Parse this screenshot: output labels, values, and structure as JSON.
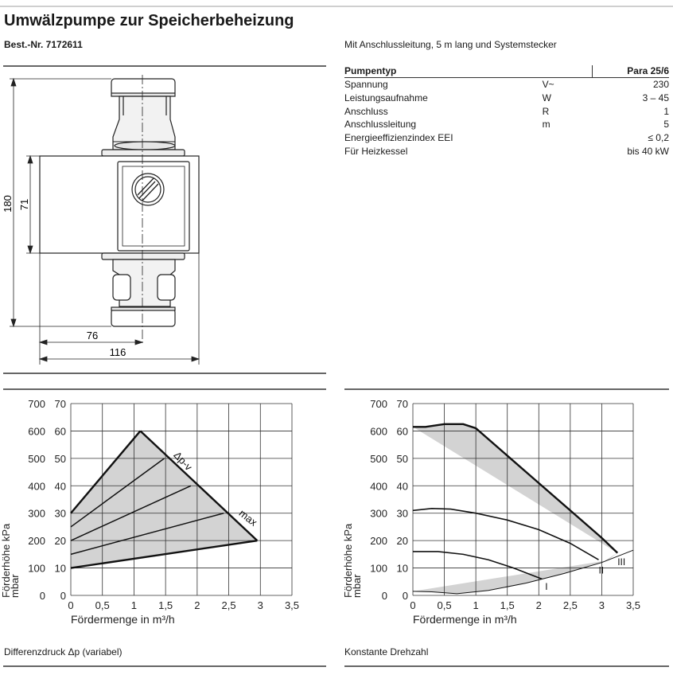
{
  "title": "Umwälzpumpe zur Speicherbeheizung",
  "order_number": "Best.-Nr. 7172611",
  "description": "Mit Anschlussleitung, 5 m lang und Systemstecker",
  "spec_table": {
    "header": [
      "Pumpentyp",
      "",
      "Para 25/6"
    ],
    "rows": [
      [
        "Spannung",
        "V~",
        "230"
      ],
      [
        "Leistungsaufnahme",
        "W",
        "3 – 45"
      ],
      [
        "Anschluss",
        "R",
        "1"
      ],
      [
        "Anschlussleitung",
        "m",
        "5"
      ],
      [
        "Energieeffizienzindex EEI",
        "",
        "≤ 0,2"
      ],
      [
        "Für Heizkessel",
        "",
        "bis 40 kW"
      ]
    ]
  },
  "drawing": {
    "dim_height": "180",
    "dim_body": "71",
    "dim_half_width": "76",
    "dim_width": "116"
  },
  "charts": {
    "left_caption": "Differenzdruck Δp (variabel)",
    "right_caption": "Konstante Drehzahl",
    "left_labels": {
      "dp_v": "Δp-v",
      "max": "max"
    },
    "right_labels": {
      "I": "I",
      "II": "II",
      "III": "III"
    },
    "mbar_ticks": [
      "0",
      "100",
      "200",
      "300",
      "400",
      "500",
      "600",
      "700"
    ]
  },
  "chart_data": [
    {
      "type": "area",
      "title": "",
      "xlabel": "Fördermenge in m³/h",
      "ylabel": "Förderhöhe kPa",
      "ylabel2": "mbar",
      "xlim": [
        0,
        3.5
      ],
      "ylim": [
        0,
        70
      ],
      "xticks": [
        "0",
        "0,5",
        "1",
        "1,5",
        "2",
        "2,5",
        "3",
        "3,5"
      ],
      "yticks": [
        "0",
        "10",
        "20",
        "30",
        "40",
        "50",
        "60",
        "70"
      ],
      "fill_color": "#d3d3d3",
      "region": [
        [
          0,
          10
        ],
        [
          0,
          30
        ],
        [
          1.1,
          60
        ],
        [
          2.95,
          20
        ]
      ],
      "lines": [
        [
          [
            0,
            30
          ],
          [
            1.1,
            60
          ]
        ],
        [
          [
            0,
            10
          ],
          [
            2.95,
            20
          ]
        ],
        [
          [
            1.1,
            60
          ],
          [
            2.95,
            20
          ]
        ],
        [
          [
            0,
            25
          ],
          [
            1.48,
            50
          ]
        ],
        [
          [
            0,
            20
          ],
          [
            1.9,
            40
          ]
        ],
        [
          [
            0,
            15
          ],
          [
            2.42,
            30
          ]
        ]
      ]
    },
    {
      "type": "area",
      "title": "",
      "xlabel": "Fördermenge in m³/h",
      "ylabel": "Förderhöhe kPa",
      "ylabel2": "mbar",
      "xlim": [
        0,
        3.5
      ],
      "ylim": [
        0,
        70
      ],
      "xticks": [
        "0",
        "0,5",
        "1",
        "1,5",
        "2",
        "2,5",
        "3",
        "3,5"
      ],
      "yticks": [
        "0",
        "10",
        "20",
        "30",
        "40",
        "50",
        "60",
        "70"
      ],
      "fill_color": "#d3d3d3",
      "series": [
        {
          "name": "III",
          "x": [
            0,
            0.2,
            0.5,
            0.8,
            1.0,
            1.5,
            2.0,
            2.5,
            3.0,
            3.25
          ],
          "y": [
            61.5,
            61.5,
            62.5,
            62.5,
            61,
            51,
            41,
            31,
            21,
            15.5
          ]
        },
        {
          "name": "II",
          "x": [
            0,
            0.3,
            0.6,
            1.0,
            1.5,
            2.0,
            2.5,
            2.95
          ],
          "y": [
            31,
            31.7,
            31.5,
            30,
            27.5,
            24,
            19,
            13
          ]
        },
        {
          "name": "I",
          "x": [
            0,
            0.4,
            0.8,
            1.2,
            1.6,
            2.05
          ],
          "y": [
            16,
            16,
            15,
            13,
            10,
            6
          ]
        },
        {
          "name": "",
          "x": [
            0,
            0.3,
            0.7,
            1.2,
            1.8,
            2.4,
            3.0,
            3.5
          ],
          "y": [
            1.5,
            1.3,
            0.6,
            1.8,
            4.5,
            8,
            12,
            16.5
          ]
        }
      ]
    }
  ]
}
